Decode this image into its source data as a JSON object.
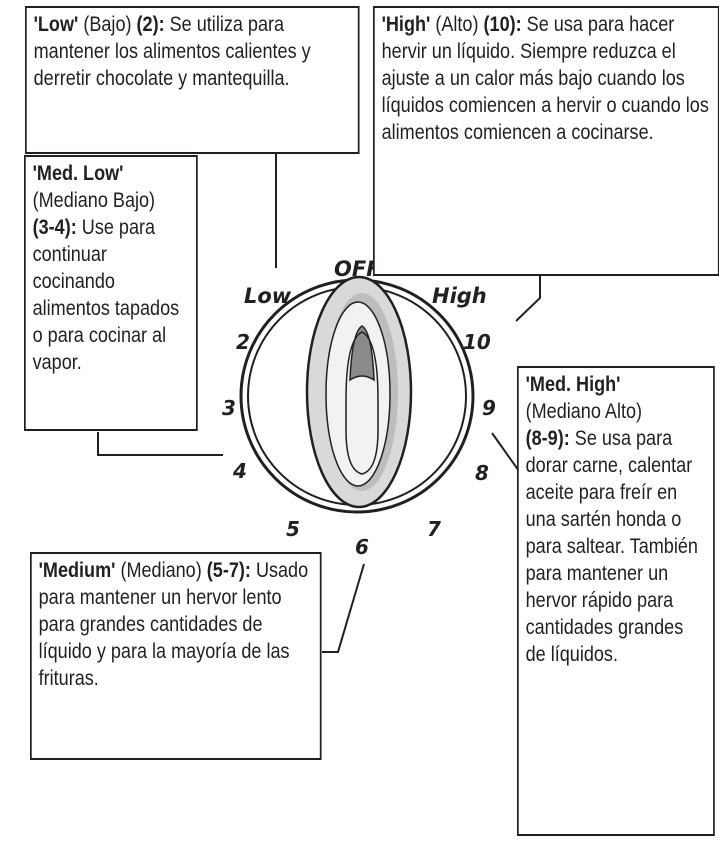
{
  "dial": {
    "off": "OFF",
    "low": "Low",
    "high": "High",
    "numbers": [
      "2",
      "3",
      "4",
      "5",
      "6",
      "7",
      "8",
      "9",
      "10"
    ]
  },
  "callouts": {
    "low": {
      "name": "'Low'",
      "spanish": " (Bajo) ",
      "range": "(2):",
      "text": "  Se utiliza para mantener los alimentos calientes y derretir chocolate y mantequilla."
    },
    "med_low": {
      "name": "'Med. Low'",
      "spanish": "(Mediano Bajo)",
      "range": "(3-4):",
      "text": " Use para continuar cocinando alimentos tapados o para cocinar al vapor."
    },
    "high": {
      "name": "'High'",
      "spanish": " (Alto) ",
      "range": "(10):",
      "text": "  Se usa para hacer hervir un líquido.  Siempre reduzca el ajuste a un calor más bajo cuando los líquidos comiencen a hervir o cuando los alimentos comiencen a cocinarse."
    },
    "med_high": {
      "name": "'Med. High'",
      "spanish": "(Mediano Alto)",
      "range": "(8-9):",
      "text": " Se usa para dorar carne, calentar aceite para freír en una sartén honda o para saltear. También para mantener un hervor rápido para cantidades grandes de líquidos."
    },
    "medium": {
      "name": "'Medium'",
      "spanish": " (Mediano) ",
      "range": "(5-7):",
      "text": " Usado para mantener un hervor lento para grandes cantidades de líquido y para la mayoría de las frituras."
    }
  }
}
